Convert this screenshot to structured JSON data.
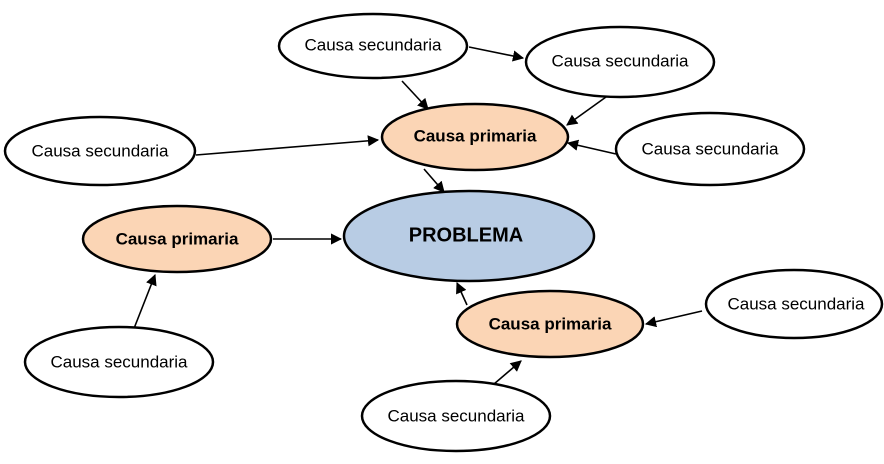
{
  "problem": {
    "label": "PROBLEMA"
  },
  "primary_causes": [
    {
      "label": "Causa primaria"
    },
    {
      "label": "Causa primaria"
    },
    {
      "label": "Causa primaria"
    }
  ],
  "secondary_causes": [
    {
      "label": "Causa secundaria"
    },
    {
      "label": "Causa secundaria"
    },
    {
      "label": "Causa secundaria"
    },
    {
      "label": "Causa secundaria"
    },
    {
      "label": "Causa secundaria"
    },
    {
      "label": "Causa secundaria"
    },
    {
      "label": "Causa secundaria"
    }
  ],
  "colors": {
    "problem_fill": "#b8cce4",
    "primary_fill": "#fbd5b5",
    "secondary_fill": "#ffffff",
    "stroke": "#000000"
  }
}
